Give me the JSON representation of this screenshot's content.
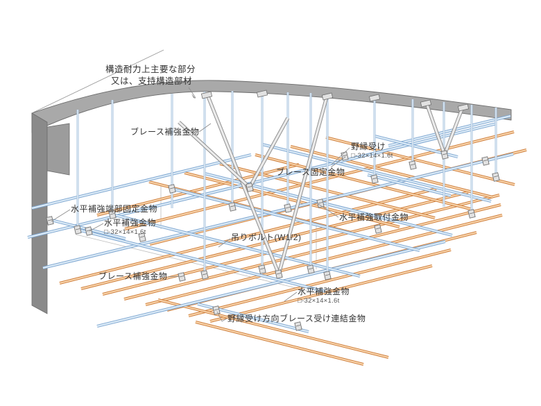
{
  "diagram": {
    "kind": "suspended-ceiling seismic reinforcement isometric drawing",
    "annotations": {
      "structure_note": {
        "line1": "構造耐力上主要な部分",
        "line2": "又は、支持構造部材"
      },
      "brace_reinforcement_upper": {
        "text": "ブレース補強金物"
      },
      "ceiling_joist_receiver": {
        "text": "野縁受け",
        "spec": "□-32×14×1.6t"
      },
      "brace_fixing": {
        "text": "ブレース固定金物"
      },
      "horizontal_reinforcement_end_fixing": {
        "text": "水平補強端部固定金物"
      },
      "horizontal_reinforcement_upper": {
        "text": "水平補強金物",
        "spec": "□-32×14×1.6t"
      },
      "hanging_bolt": {
        "text": "吊りボルト(W1/2)"
      },
      "brace_reinforcement_lower": {
        "text": "ブレース補強金物"
      },
      "horizontal_reinforcement_mounting": {
        "text": "水平補強取付金物"
      },
      "horizontal_reinforcement_lower": {
        "text": "水平補強金物",
        "spec": "□-32×14×1.6t"
      },
      "receiver_direction_brace_connector": {
        "text": "野縁受け方向ブレース受け連結金物"
      }
    },
    "colors": {
      "slab_fill": "#a9a9a9",
      "wall_dark": "#8a8a8a",
      "wall_mid": "#9c9c9c",
      "outline": "#6b6b6b",
      "joist_orange": "#cf803f",
      "joist_light": "#f9d6ae",
      "channel_blue": "#7fa7d1",
      "channel_light": "#dcebf7",
      "bolt_blue": "#a4c0dd",
      "bolt_light": "#edf4fa",
      "brace_gray": "#8f8f8f",
      "brace_light": "#ebebeb",
      "clip_fill": "#e2e2e2",
      "clip_stroke": "#6f6f6f",
      "leader": "#8a8a8a",
      "board_edge": "#bcbcbc"
    }
  }
}
